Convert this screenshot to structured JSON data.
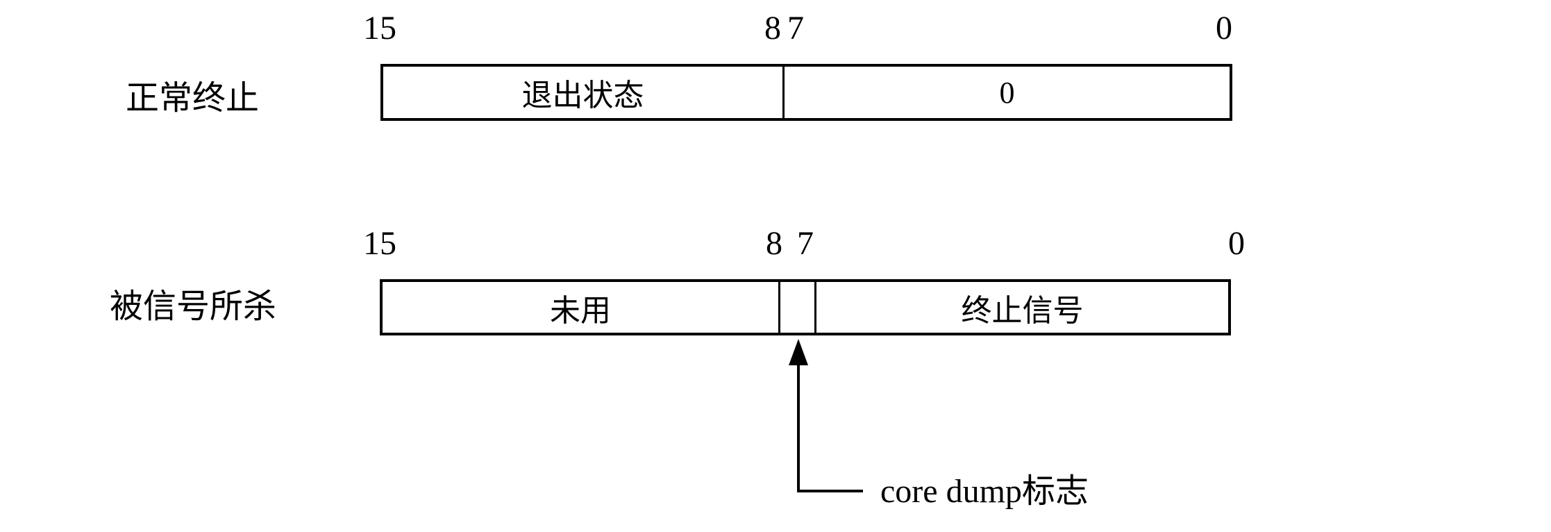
{
  "figure": {
    "background": "#ffffff",
    "ink": "#000000"
  },
  "normal_termination": {
    "row_label": "正常终止",
    "bit_15": "15",
    "bit_8": "8",
    "bit_7": "7",
    "bit_0": "0",
    "high_cell": "退出状态",
    "low_cell": "0"
  },
  "killed_by_signal": {
    "row_label": "被信号所杀",
    "bit_15": "15",
    "bit_8": "8",
    "bit_7": "7",
    "bit_0": "0",
    "high_cell": "未用",
    "core_dump_cell": "",
    "low_cell": "终止信号",
    "core_dump_annotation": "core dump标志"
  }
}
